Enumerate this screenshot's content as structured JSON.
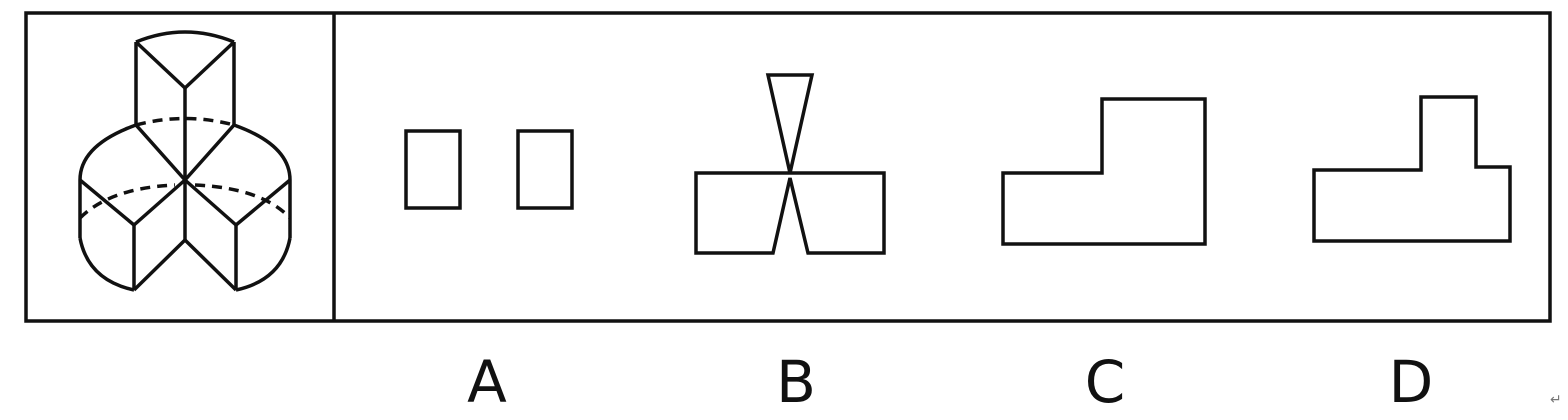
{
  "question": {
    "options": [
      {
        "key": "a",
        "label": "A"
      },
      {
        "key": "b",
        "label": "B"
      },
      {
        "key": "c",
        "label": "C"
      },
      {
        "key": "d",
        "label": "D"
      }
    ]
  },
  "trailing_mark": "↵",
  "colors": {
    "stroke": "#111111",
    "background": "#ffffff"
  }
}
